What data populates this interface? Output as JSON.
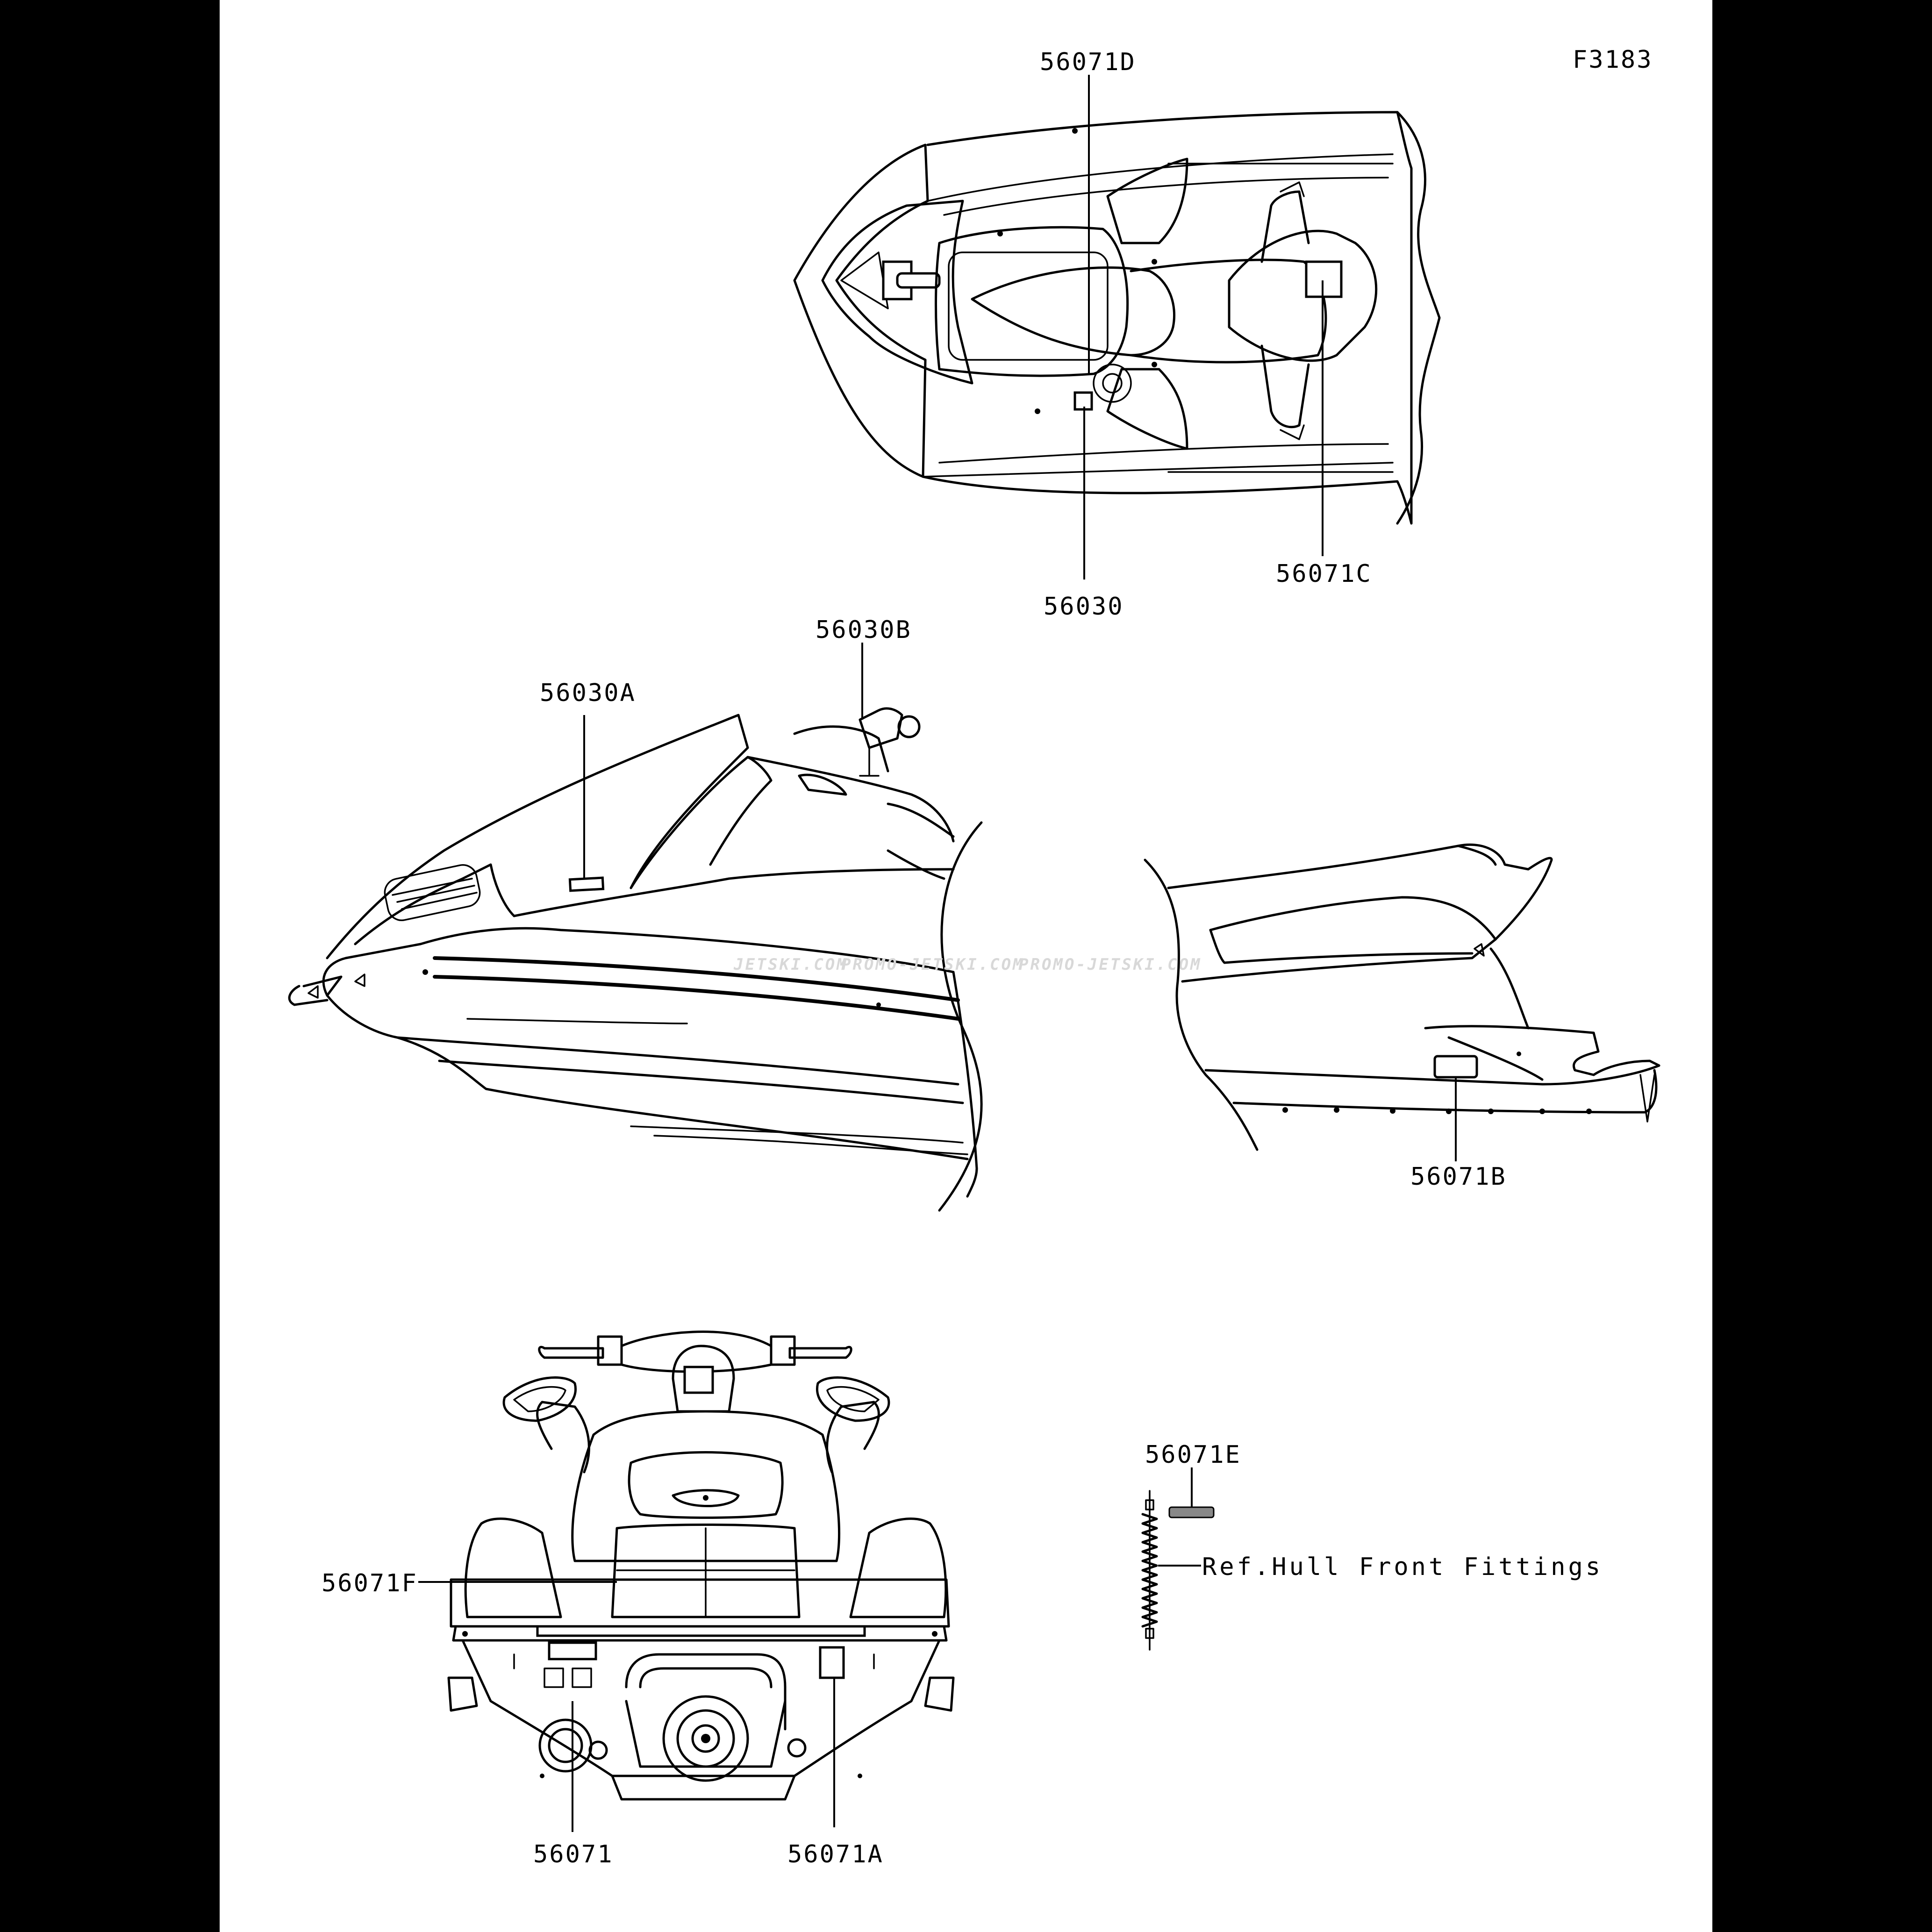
{
  "figure_code": "F3183",
  "watermark": {
    "text_1": "JETSKI.COM",
    "text_2": "PROMO-JETSKI.COM",
    "text_3": "PROMO-JETSKI.COM"
  },
  "views": {
    "top": {
      "labels": [
        "56071D",
        "56030",
        "56071C"
      ]
    },
    "side": {
      "labels": [
        "56030A",
        "56030B"
      ]
    },
    "rear_side": {
      "labels": [
        "56071B"
      ]
    },
    "rear": {
      "labels": [
        "56071F",
        "56071",
        "56071A"
      ]
    },
    "reference": {
      "labels": [
        "56071E"
      ],
      "note": "Ref.Hull Front Fittings"
    }
  }
}
